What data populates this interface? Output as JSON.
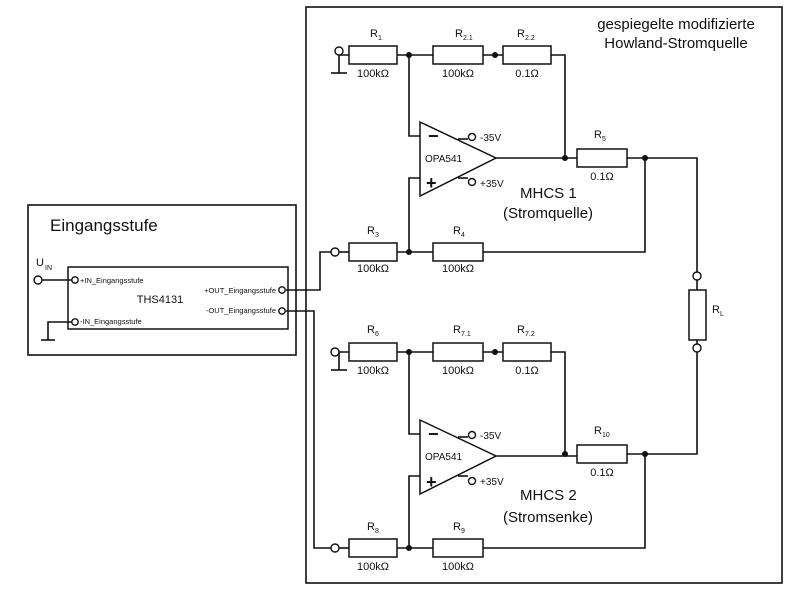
{
  "blocks": {
    "input_stage": "Eingangsstufe",
    "howland_line1": "gespiegelte modifizierte",
    "howland_line2": "Howland-Stromquelle"
  },
  "input_stage": {
    "source_label": "U",
    "source_sub": "IN",
    "chip": "THS4131",
    "pin_in_plus": "+IN_Eingangsstufe",
    "pin_in_minus": "-IN_Eingangsstufe",
    "pin_out_plus": "+OUT_Eingangsstufe",
    "pin_out_minus": "-OUT_Eingangsstufe"
  },
  "opamps": {
    "top": {
      "name": "OPA541",
      "vneg": "-35V",
      "vpos": "+35V",
      "minus": "−",
      "plus": "+"
    },
    "bottom": {
      "name": "OPA541",
      "vneg": "-35V",
      "vpos": "+35V",
      "minus": "−",
      "plus": "+"
    }
  },
  "stages": {
    "top_title": "MHCS 1",
    "top_sub": "(Stromquelle)",
    "bottom_title": "MHCS 2",
    "bottom_sub": "(Stromsenke)"
  },
  "resistors": {
    "R1": {
      "name": "R",
      "sub": "1",
      "value": "100kΩ"
    },
    "R21": {
      "name": "R",
      "sub": "2.1",
      "value": "100kΩ"
    },
    "R22": {
      "name": "R",
      "sub": "2.2",
      "value": "0.1Ω"
    },
    "R5": {
      "name": "R",
      "sub": "5",
      "value": "0.1Ω"
    },
    "R3": {
      "name": "R",
      "sub": "3",
      "value": "100kΩ"
    },
    "R4": {
      "name": "R",
      "sub": "4",
      "value": "100kΩ"
    },
    "RL": {
      "name": "R",
      "sub": "L"
    },
    "R6": {
      "name": "R",
      "sub": "6",
      "value": "100kΩ"
    },
    "R71": {
      "name": "R",
      "sub": "7.1",
      "value": "100kΩ"
    },
    "R72": {
      "name": "R",
      "sub": "7.2",
      "value": "0.1Ω"
    },
    "R10": {
      "name": "R",
      "sub": "10",
      "value": "0.1Ω"
    },
    "R8": {
      "name": "R",
      "sub": "8",
      "value": "100kΩ"
    },
    "R9": {
      "name": "R",
      "sub": "9",
      "value": "100kΩ"
    }
  }
}
